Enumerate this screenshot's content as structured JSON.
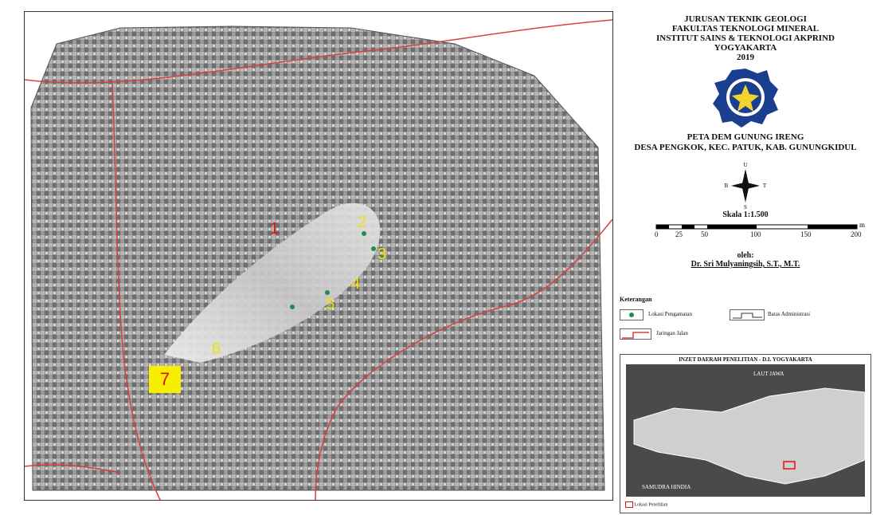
{
  "institution": {
    "line1": "JURUSAN TEKNIK GEOLOGI",
    "line2": "FAKULTAS TEKNOLOGI MINERAL",
    "line3": "INSTITUT SAINS & TEKNOLOGI AKPRIND",
    "line4": "YOGYAKARTA",
    "year": "2019"
  },
  "map_title": {
    "line1": "PETA DEM GUNUNG IRENG",
    "line2": "DESA PENGKOK, KEC. PATUK, KAB. GUNUNGKIDUL"
  },
  "compass": {
    "n": "U",
    "s": "S",
    "e": "T",
    "w": "B"
  },
  "scale": {
    "label": "Skala 1:1.500",
    "ticks": [
      "0",
      "25",
      "50",
      "100",
      "150",
      "200"
    ],
    "unit": "m"
  },
  "author": {
    "by": "oleh:",
    "name": "Dr. Sri Mulyaningsih, S.T., M.T."
  },
  "legend": {
    "title": "Keterangan",
    "observation": "Lokasi Pengamatan",
    "admin": "Batas Administrasi",
    "road": "Jaringan Jalan"
  },
  "inset": {
    "title": "INZET DAERAH PENELITIAN - D.I. YOGYAKARTA",
    "sea_north": "LAUT JAWA",
    "sea_south": "SAMUDRA HINDIA",
    "legend": "Lokasi Penelitian"
  },
  "point_labels": [
    "1",
    "2",
    "3",
    "4",
    "5",
    "6",
    "7"
  ],
  "colors": {
    "road": "#d94040",
    "dot": "#1f8f4a",
    "label_yellow": "#f2e00a",
    "label_red": "#e01010"
  }
}
